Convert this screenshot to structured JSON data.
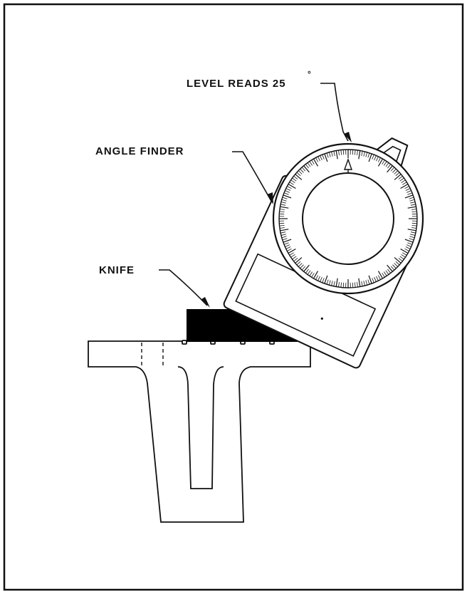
{
  "diagram": {
    "labels": {
      "level_reads": "LEVEL READS 25",
      "degree_symbol": "°",
      "angle_finder": "ANGLE FINDER",
      "knife": "KNIFE"
    },
    "colors": {
      "ink": "#111111",
      "paper": "#ffffff",
      "knife_fill": "#000000"
    },
    "angle_finder_reading_deg": 25
  }
}
